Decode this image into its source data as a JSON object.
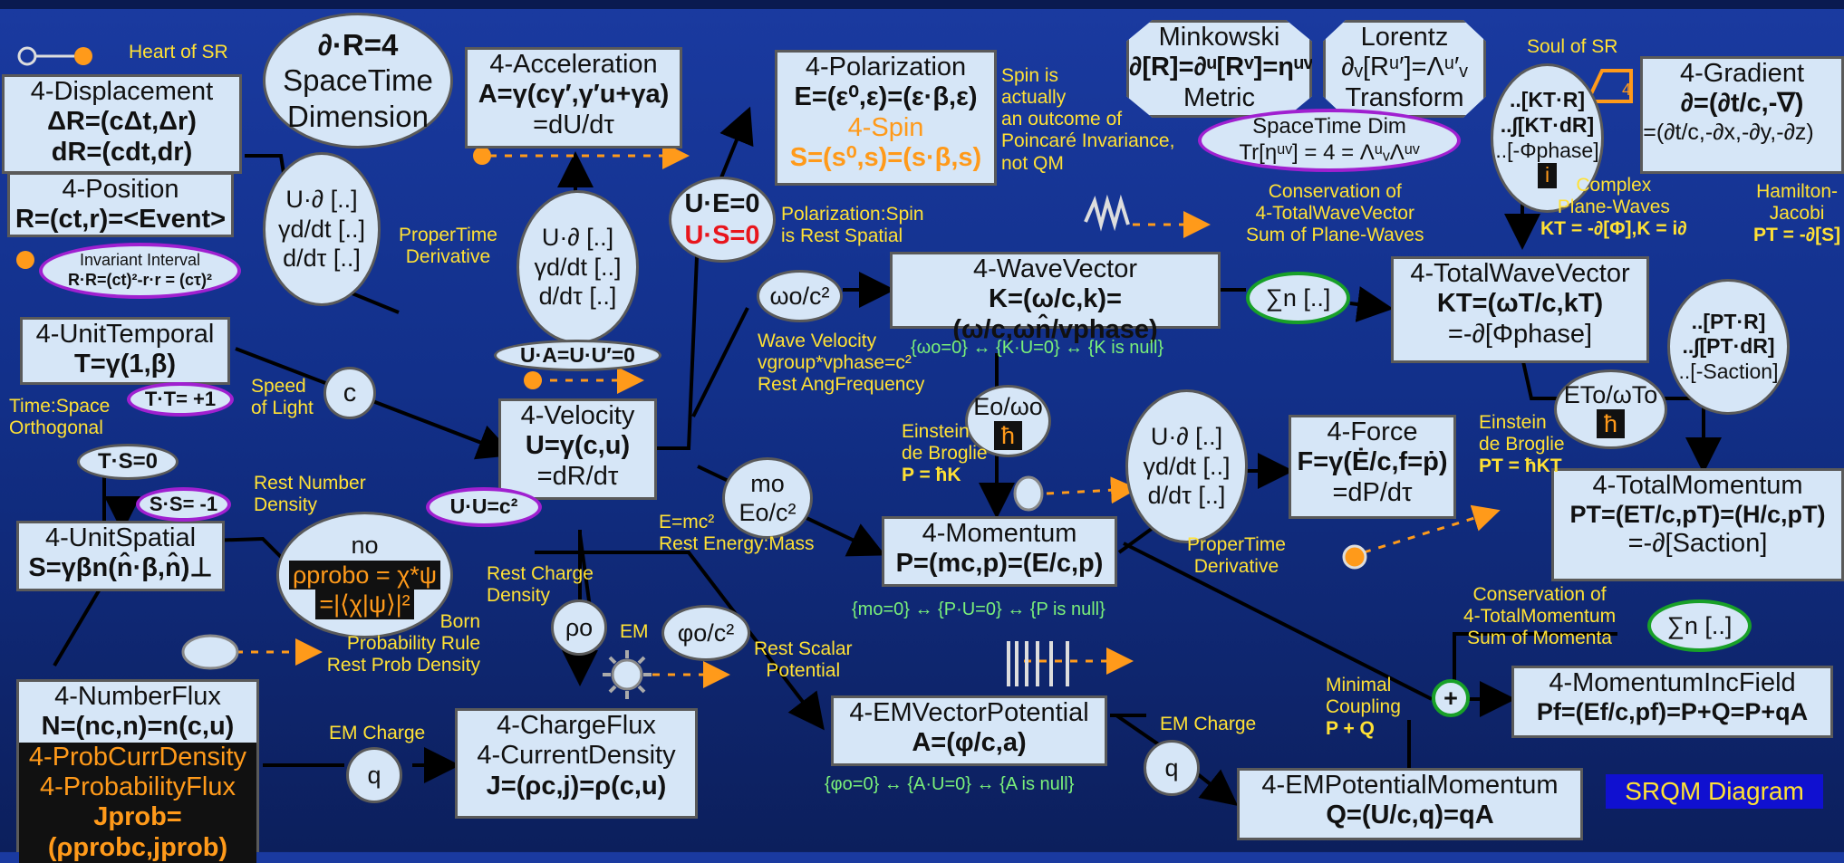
{
  "title_badge": "SRQM Diagram",
  "colors": {
    "background": "#1a3aa0",
    "box_fill": "#d6e6f7",
    "label_yellow": "#ffe135",
    "label_green": "#7af07a",
    "accent_orange": "#ff9a1a",
    "accent_red": "#e8151c",
    "accent_blue": "#1030e0",
    "ring_purple": "#a020d0",
    "ring_green": "#18a028"
  },
  "nodes": {
    "displacement": {
      "title": "4-Displacement",
      "line1": "ΔR=(cΔt,Δr)",
      "line2": "dR=(cdt,dr)"
    },
    "position": {
      "title": "4-Position",
      "line1": "R=(ct,r)=<Event>"
    },
    "spacetime_dim": {
      "line1": "∂·R=4",
      "line2": "SpaceTime",
      "line3": "Dimension"
    },
    "acceleration": {
      "title": "4-Acceleration",
      "line1": "A=γ(cγ′,γ′u+γa)",
      "line2": "=dU/dτ"
    },
    "polarization": {
      "title": "4-Polarization",
      "line1": "E=(ε⁰,ε)=(ε·β,ε)",
      "line2": "4-Spin",
      "line3": "S=(s⁰,s)=(s·β,s)"
    },
    "minkowski": {
      "line1": "Minkowski",
      "line2": "∂[R]=∂ᵘ[Rᵛ]=ηᵘᵛ",
      "line3": "Metric"
    },
    "lorentz": {
      "line1": "Lorentz",
      "line2": "∂ᵥ[Rᵘ′]=Λᵘ′ᵥ",
      "line3": "Transform"
    },
    "gradient": {
      "title": "4-Gradient",
      "line1": "∂=(∂t/c,-∇)",
      "line2": "=(∂t/c,-∂x,-∂y,-∂z)"
    },
    "unit_temporal": {
      "title": "4-UnitTemporal",
      "line1": "T=γ(1,β)"
    },
    "unit_spatial": {
      "title": "4-UnitSpatial",
      "line1": "S=γβn(n̂·β,n̂)⊥"
    },
    "velocity": {
      "title": "4-Velocity",
      "line1": "U=γ(c,u)",
      "line2": "=dR/dτ"
    },
    "wavevector": {
      "title": "4-WaveVector",
      "line1": "K=(ω/c,k)=(ω/c,ωn̂/vphase)"
    },
    "total_wavevector": {
      "title": "4-TotalWaveVector",
      "line1": "KT=(ωT/c,kT)",
      "line2": "=-∂[Φphase]"
    },
    "force": {
      "title": "4-Force",
      "line1": "F=γ(Ė/c,f=ṗ)",
      "line2": "=dP/dτ"
    },
    "momentum": {
      "title": "4-Momentum",
      "line1": "P=(mc,p)=(E/c,p)"
    },
    "total_momentum": {
      "title": "4-TotalMomentum",
      "line1": "PT=(ET/c,pT)=(H/c,pT)",
      "line2": "=-∂[Saction]"
    },
    "number_flux": {
      "title": "4-NumberFlux",
      "line1": "N=(nc,n)=n(c,u)",
      "line2": "4-ProbCurrDensity",
      "line3": "4-ProbabilityFlux",
      "line4": "Jprob=(ρprobc,jprob)"
    },
    "charge_flux": {
      "title": "4-ChargeFlux",
      "line1": "4-CurrentDensity",
      "line2": "J=(ρc,j)=ρ(c,u)"
    },
    "em_vector_potential": {
      "title": "4-EMVectorPotential",
      "line1": "A=(φ/c,a)"
    },
    "momentum_inc_field": {
      "title": "4-MomentumIncField",
      "line1": "Pf=(Ef/c,pf)=P+Q=P+qA"
    },
    "em_potential_momentum": {
      "title": "4-EMPotentialMomentum",
      "line1": "Q=(U/c,q)=qA"
    }
  },
  "circles": {
    "ud1": {
      "l1": "U·∂ [..]",
      "l2": "γd/dt [..]",
      "l3": "d/dτ [..]"
    },
    "ud2": {
      "l1": "U·∂ [..]",
      "l2": "γd/dt [..]",
      "l3": "d/dτ [..]"
    },
    "ud3": {
      "l1": "U·∂ [..]",
      "l2": "γd/dt [..]",
      "l3": "d/dτ [..]"
    },
    "ue": {
      "l1": "U·E=0",
      "l2": "U·S=0"
    },
    "omega": {
      "l1": "ωo/c²"
    },
    "sum1": {
      "l1": "∑n [..]"
    },
    "sum2": {
      "l1": "∑n [..]"
    },
    "kt_circle": {
      "l1": "..[KT·R]",
      "l2": "..∫[KT·dR]",
      "l3": "..[-Φphase]",
      "l4": "i"
    },
    "pt_circle": {
      "l1": "..[PT·R]",
      "l2": "..∫[PT·dR]",
      "l3": "..[-Saction]"
    },
    "c": {
      "l1": "c"
    },
    "eo_omega": {
      "l1": "Eo/ωo",
      "l2": "ħ"
    },
    "eto_omega": {
      "l1": "ETo/ωTo",
      "l2": "ħ"
    },
    "mo": {
      "l1": "mo",
      "l2": "Eo/c²"
    },
    "no": {
      "l1": "no",
      "l2": "ρprobo = χ*ψ",
      "l3": "=|⟨χ|ψ⟩|²"
    },
    "rho": {
      "l1": "ρo"
    },
    "phi": {
      "l1": "φo/c²"
    },
    "q1": {
      "l1": "q"
    },
    "q2": {
      "l1": "q"
    },
    "plus": {
      "l1": "+"
    }
  },
  "ovals": {
    "invariant": {
      "l1": "Invariant Interval",
      "l2": "R·R=(ct)²-r·r = (cτ)²"
    },
    "spacetime_trace": {
      "l1": "SpaceTime Dim",
      "l2": "Tr[ηᵘᵛ] = 4 = ΛᵘᵥΛᵘᵛ"
    },
    "ua": {
      "l1": "U·A=U·U′=0"
    },
    "tt": {
      "l1": "T·T= +1"
    },
    "ts": {
      "l1": "T·S=0"
    },
    "ss": {
      "l1": "S·S= -1"
    },
    "uu": {
      "l1": "U·U=c²"
    }
  },
  "labels": {
    "heart": "Heart of SR",
    "soul": "Soul of SR",
    "proper_time_1": "ProperTime",
    "proper_time_1b": "Derivative",
    "spin_note": [
      "Spin is",
      "actually",
      "an outcome of",
      "Poincaré Invariance,",
      "not QM"
    ],
    "polarization_spin": [
      "Polarization:Spin",
      "is Rest Spatial"
    ],
    "conservation_wave": [
      "Conservation of",
      "4-TotalWaveVector",
      "Sum of Plane-Waves"
    ],
    "complex_plane": [
      "Complex",
      "Plane-Waves",
      "KT = -∂[Φ],K = i∂"
    ],
    "hamilton": [
      "Hamilton-",
      "Jacobi",
      "PT = -∂[S]"
    ],
    "wave_velocity": [
      "Wave Velocity",
      "vgroup*vphase=c²",
      "Rest AngFrequency"
    ],
    "wave_null": "{ωo=0} ↔ {K·U=0} ↔ {K is null}",
    "time_space": [
      "Time:Space",
      "Orthogonal"
    ],
    "speed_light": [
      "Speed",
      "of Light"
    ],
    "rest_number": [
      "Rest Number",
      "Density"
    ],
    "einstein1": [
      "Einstein",
      "de Broglie",
      "P = ħK"
    ],
    "einstein2": [
      "Einstein",
      "de Broglie",
      "PT = ħKT"
    ],
    "emc2": [
      "E=mc²",
      "Rest Energy:Mass"
    ],
    "proper_time_2": [
      "ProperTime",
      "Derivative"
    ],
    "momentum_null": "{mo=0} ↔ {P·U=0} ↔ {P is null}",
    "rest_charge": [
      "Rest Charge",
      "Density"
    ],
    "born": [
      "Born",
      "Probability Rule",
      "Rest Prob Density"
    ],
    "em": "EM",
    "rest_scalar": [
      "Rest Scalar",
      "Potential"
    ],
    "conservation_mom": [
      "Conservation of",
      "4-TotalMomentum",
      "Sum of Momenta"
    ],
    "minimal": [
      "Minimal",
      "Coupling",
      "P + Q"
    ],
    "em_charge_1": "EM Charge",
    "em_charge_2": "EM Charge",
    "potential_null": "{φo=0} ↔ {A·U=0} ↔ {A is null}"
  }
}
